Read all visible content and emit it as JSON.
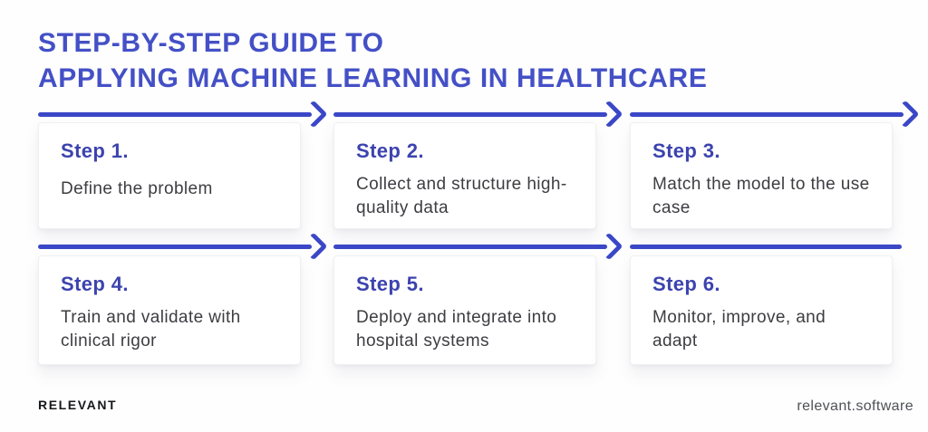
{
  "title": {
    "line1": "STEP-BY-STEP GUIDE TO",
    "line2": "APPLYING MACHINE LEARNING IN HEALTHCARE"
  },
  "steps": [
    {
      "label": "Step 1.",
      "description": "Define the problem"
    },
    {
      "label": "Step 2.",
      "description": "Collect and structure high-quality data"
    },
    {
      "label": "Step 3.",
      "description": "Match the model to the use case"
    },
    {
      "label": "Step 4.",
      "description": "Train and validate with clinical rigor"
    },
    {
      "label": "Step 5.",
      "description": "Deploy and integrate into hospital systems"
    },
    {
      "label": "Step 6.",
      "description": "Monitor, improve, and adapt"
    }
  ],
  "footer": {
    "brand": "RELEVANT",
    "website": "relevant.software"
  },
  "colors": {
    "title_blue": "#4450c6",
    "arrow_blue": "#3a47c6",
    "label_blue": "#3c43ae",
    "body_text": "#3d3d42",
    "brand_text": "#17181b",
    "website_text": "#4e5156",
    "card_bg": "#ffffff",
    "page_bg": "#fefefe"
  }
}
